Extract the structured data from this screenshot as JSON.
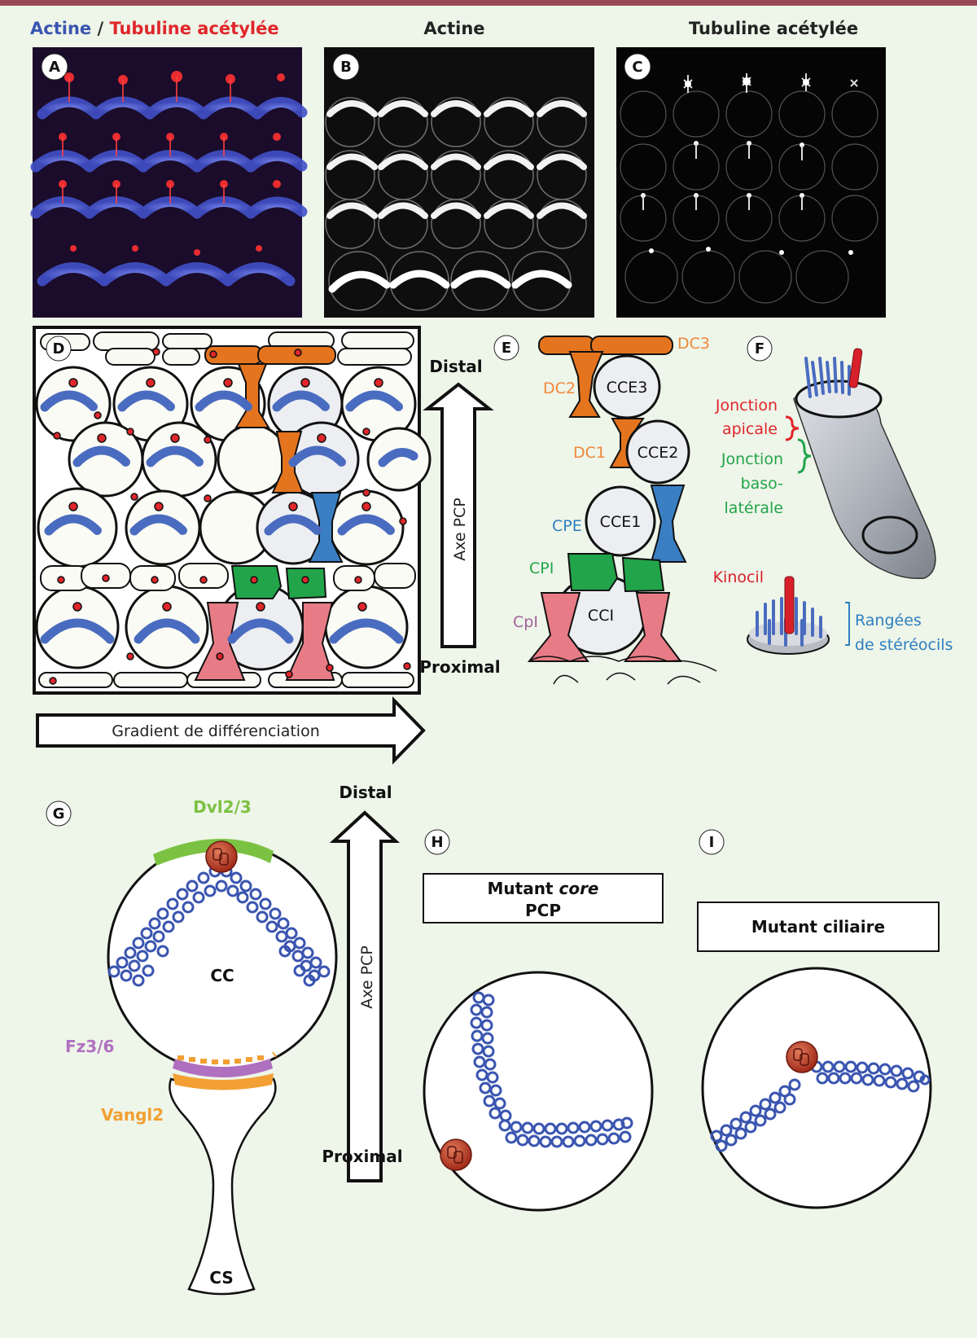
{
  "header": {
    "actine_word": "Actine",
    "slash": " / ",
    "tubuline_word": "Tubuline acétylée",
    "panel_b_title": "Actine",
    "panel_c_title": "Tubuline acétylée"
  },
  "panels": {
    "a": "A",
    "b": "B",
    "c": "C",
    "d": "D",
    "e": "E",
    "f": "F",
    "g": "G",
    "h": "H",
    "i": "I"
  },
  "panel_d": {
    "distal": "Distal",
    "proximal": "Proximal",
    "axis": "Axe PCP",
    "gradient": "Gradient de différenciation"
  },
  "panel_e": {
    "dc3": "DC3",
    "dc2": "DC2",
    "dc1": "DC1",
    "cce3": "CCE3",
    "cce2": "CCE2",
    "cce1": "CCE1",
    "cpe": "CPE",
    "cpi": "CPI",
    "cpi_lower": "CpI",
    "cci": "CCI"
  },
  "panel_f": {
    "jonction_apicale_1": "Jonction",
    "jonction_apicale_2": "apicale",
    "jonction_baso_1": "Jonction",
    "jonction_baso_2": "baso-",
    "jonction_baso_3": "latérale",
    "kinocil": "Kinocil",
    "rangees_1": "Rangées",
    "rangees_2": "de stéréocils"
  },
  "panel_g": {
    "dvl": "Dvl2/3",
    "fz": "Fz3/6",
    "vangl": "Vangl2",
    "cc": "CC",
    "cs": "CS",
    "distal": "Distal",
    "proximal": "Proximal",
    "axis": "Axe PCP"
  },
  "panel_h": {
    "title_1": "Mutant ",
    "title_italic": "core",
    "title_2": "PCP"
  },
  "panel_i": {
    "title": "Mutant ciliaire"
  },
  "colors": {
    "actin_blue": "#3a55b0",
    "tubulin_red": "#e0262a",
    "stereocilia_blue": "#4a6cc0",
    "dc_orange": "#e5741e",
    "cpe_blue": "#3a7fc4",
    "cpi_green": "#22a54a",
    "cpi_pink": "#e87c86",
    "dvl_green": "#7cc242",
    "fz_purple": "#b070c0",
    "vangl_orange": "#f2a033",
    "kinocil_red": "#d8202a",
    "label_blue": "#2e7fc0",
    "label_purple": "#a0609a"
  }
}
